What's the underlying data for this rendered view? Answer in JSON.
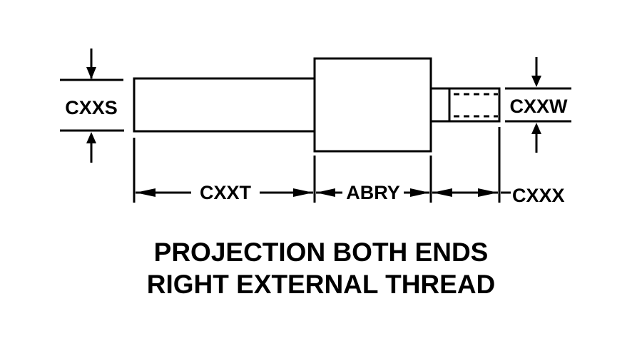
{
  "diagram": {
    "dimensions": {
      "shank_diameter": "CXXS",
      "shank_length": "CXXT",
      "body_length": "ABRY",
      "thread_length": "CXXX",
      "thread_diameter": "CXXW"
    },
    "title_line1": "PROJECTION BOTH ENDS",
    "title_line2": "RIGHT EXTERNAL THREAD"
  },
  "colors": {
    "ink": "#000000",
    "background": "#ffffff"
  }
}
